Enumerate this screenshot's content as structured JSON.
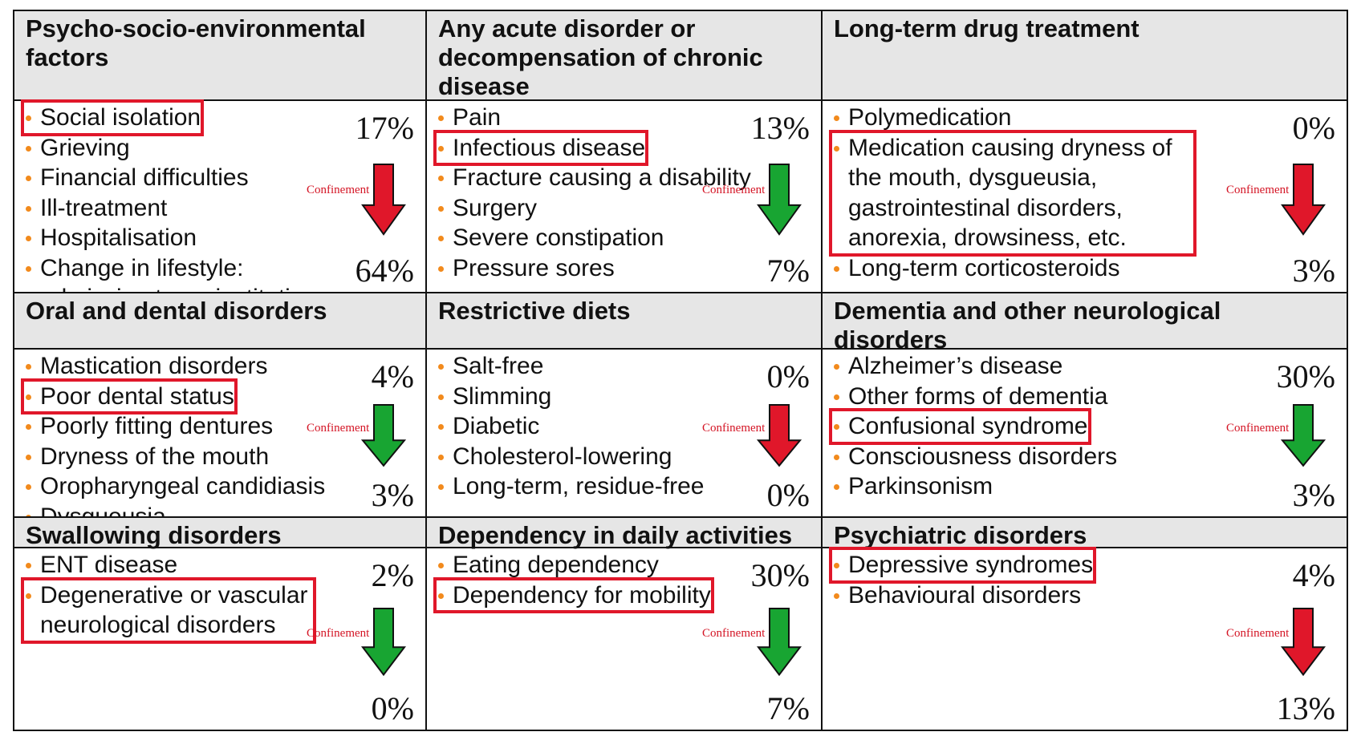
{
  "colors": {
    "up_arrow": "#e0172a",
    "down_arrow": "#18a532",
    "bullet": "#f28a1c",
    "highlight": "#e0172a"
  },
  "confinement_label": "Confinement",
  "cells": [
    {
      "title": "Psycho-socio-environmental factors",
      "items": [
        "Social isolation",
        "Grieving",
        "Financial difficulties",
        "Ill-treatment",
        "Hospitalisation",
        "Change in lifestyle: admission to an institution"
      ],
      "highlight": [
        "Social isolation"
      ],
      "before": "17%",
      "after": "64%",
      "trend": "up-icon",
      "color": "#e0172a"
    },
    {
      "title": "Any acute disorder or decompensation of chronic disease",
      "items": [
        "Pain",
        "Infectious disease",
        "Fracture causing a disability",
        "Surgery",
        "Severe constipation",
        "Pressure sores"
      ],
      "highlight": [
        "Infectious disease"
      ],
      "before": "13%",
      "after": "7%",
      "trend": "down-icon",
      "color": "#18a532"
    },
    {
      "title": "Long-term drug treatment",
      "items": [
        "Polymedication",
        "Medication causing dryness of the mouth, dysgueusia, gastrointestinal disorders, anorexia, drowsiness, etc.",
        "Long-term corticosteroids"
      ],
      "highlight": [
        "Medication causing dryness of the mouth, dysgueusia, gastrointestinal disorders, anorexia, drowsiness, etc."
      ],
      "before": "0%",
      "after": "3%",
      "trend": "up-icon",
      "color": "#e0172a"
    },
    {
      "title": "Oral and dental  disorders",
      "items": [
        "Mastication disorders",
        "Poor dental status",
        "Poorly fitting dentures",
        "Dryness of the mouth",
        "Oropharyngeal candidiasis",
        "Dysgueusia"
      ],
      "highlight": [
        "Poor dental status"
      ],
      "before": "4%",
      "after": "3%",
      "trend": "down-icon",
      "color": "#18a532"
    },
    {
      "title": "Restrictive diets",
      "items": [
        "Salt-free",
        "Slimming",
        "Diabetic",
        "Cholesterol-lowering",
        "Long-term, residue-free"
      ],
      "highlight": [],
      "before": "0%",
      "after": "0%",
      "trend": "up-icon",
      "color": "#e0172a"
    },
    {
      "title": "Dementia and other neurological disorders",
      "items": [
        "Alzheimer’s disease",
        "Other forms of dementia",
        "Confusional syndrome",
        "Consciousness disorders",
        "Parkinsonism"
      ],
      "highlight": [
        "Confusional syndrome"
      ],
      "before": "30%",
      "after": "3%",
      "trend": "down-icon",
      "color": "#18a532"
    },
    {
      "title": "Swallowing disorders",
      "items": [
        "ENT disease",
        "Degenerative or vascular neurological disorders"
      ],
      "highlight": [
        "Degenerative or vascular neurological disorders"
      ],
      "before": "2%",
      "after": "0%",
      "trend": "down-icon",
      "color": "#18a532"
    },
    {
      "title": "Dependency in daily activities",
      "items": [
        "Eating dependency",
        "Dependency for mobility"
      ],
      "highlight": [
        "Dependency for mobility"
      ],
      "before": "30%",
      "after": "7%",
      "trend": "down-icon",
      "color": "#18a532"
    },
    {
      "title": "Psychiatric disorders",
      "items": [
        "Depressive syndromes",
        "Behavioural disorders"
      ],
      "highlight": [
        "Depressive syndromes"
      ],
      "before": "4%",
      "after": "13%",
      "trend": "up-icon",
      "color": "#e0172a"
    }
  ]
}
